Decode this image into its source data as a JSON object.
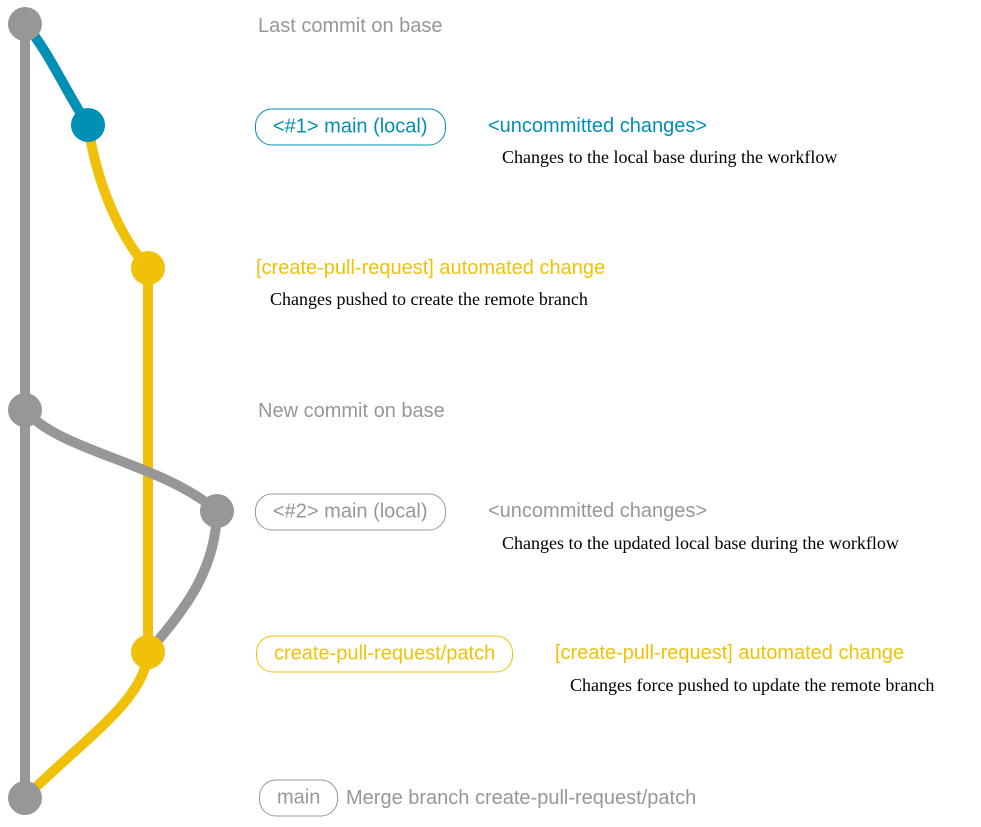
{
  "colors": {
    "gray": "#979797",
    "blue": "#008fb5",
    "yellow": "#f1c109",
    "ink": "#000000",
    "background": "#ffffff"
  },
  "graph": {
    "branches": [
      {
        "name": "base",
        "color": "gray"
      },
      {
        "name": "main (local)",
        "color": "blue"
      },
      {
        "name": "create-pull-request/patch",
        "color": "yellow"
      }
    ],
    "commit_dots": [
      {
        "id": "last-commit-on-base",
        "color": "gray"
      },
      {
        "id": "local-head-1",
        "color": "blue"
      },
      {
        "id": "patch-commit-1",
        "color": "yellow"
      },
      {
        "id": "new-commit-on-base",
        "color": "gray"
      },
      {
        "id": "local-head-2",
        "color": "gray"
      },
      {
        "id": "patch-commit-2",
        "color": "yellow"
      },
      {
        "id": "merge-commit",
        "color": "gray"
      }
    ]
  },
  "rows": {
    "last_commit": {
      "label": "Last commit on base"
    },
    "head1": {
      "badge": "<#1> main (local)",
      "note": "<uncommitted changes>",
      "caption": "Changes to the local base during the workflow"
    },
    "auto1": {
      "label": "[create-pull-request] automated change",
      "caption": "Changes pushed to create the remote branch"
    },
    "new_commit": {
      "label": "New commit on base"
    },
    "head2": {
      "badge": "<#2> main (local)",
      "note": "<uncommitted changes>",
      "caption": "Changes to the updated local base during the workflow"
    },
    "patch": {
      "badge": "create-pull-request/patch",
      "label": "[create-pull-request] automated change",
      "caption": "Changes force pushed to update the remote branch"
    },
    "merge": {
      "badge": "main",
      "label": "Merge branch create-pull-request/patch"
    }
  }
}
